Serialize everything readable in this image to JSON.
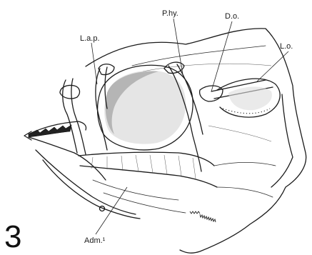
{
  "labels": {
    "lap": "L.a.p.",
    "phy": "P.hy.",
    "do": "D.o.",
    "lo": "L.o.",
    "adm": "Adm.¹"
  },
  "figure_number": "3"
}
